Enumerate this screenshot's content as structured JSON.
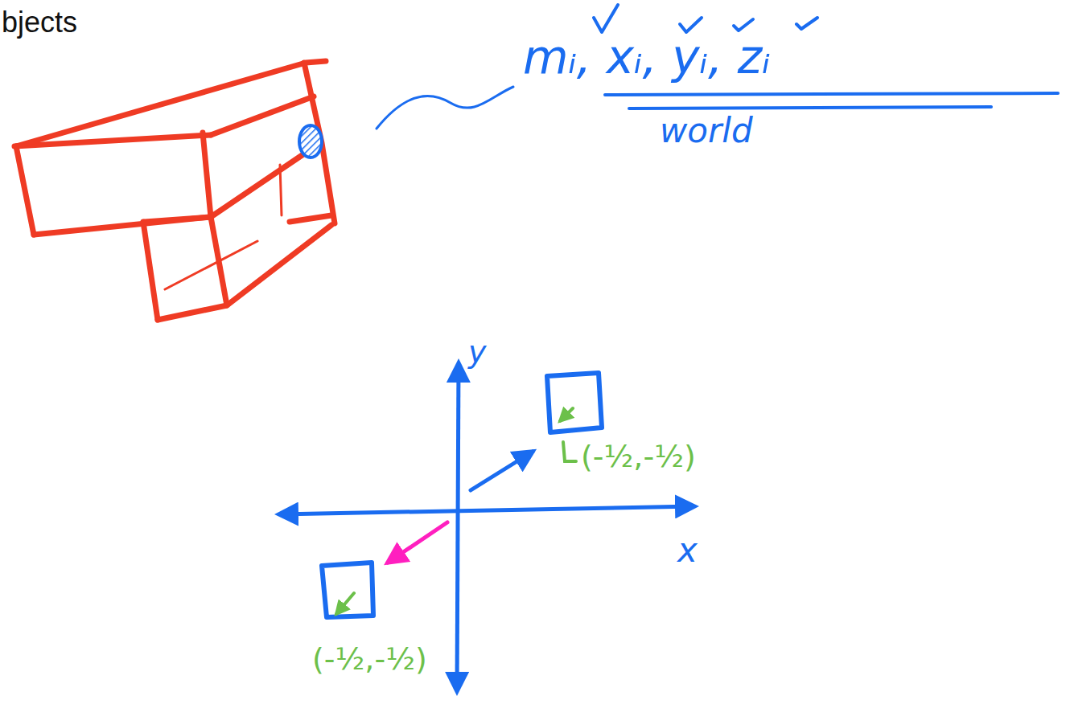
{
  "diagram": {
    "title": "bjects",
    "labels": [
      "mᵢ, xᵢ, yᵢ, zᵢ",
      "world",
      "y",
      "x",
      "(-½,-½)",
      "(-½,-½)"
    ]
  }
}
